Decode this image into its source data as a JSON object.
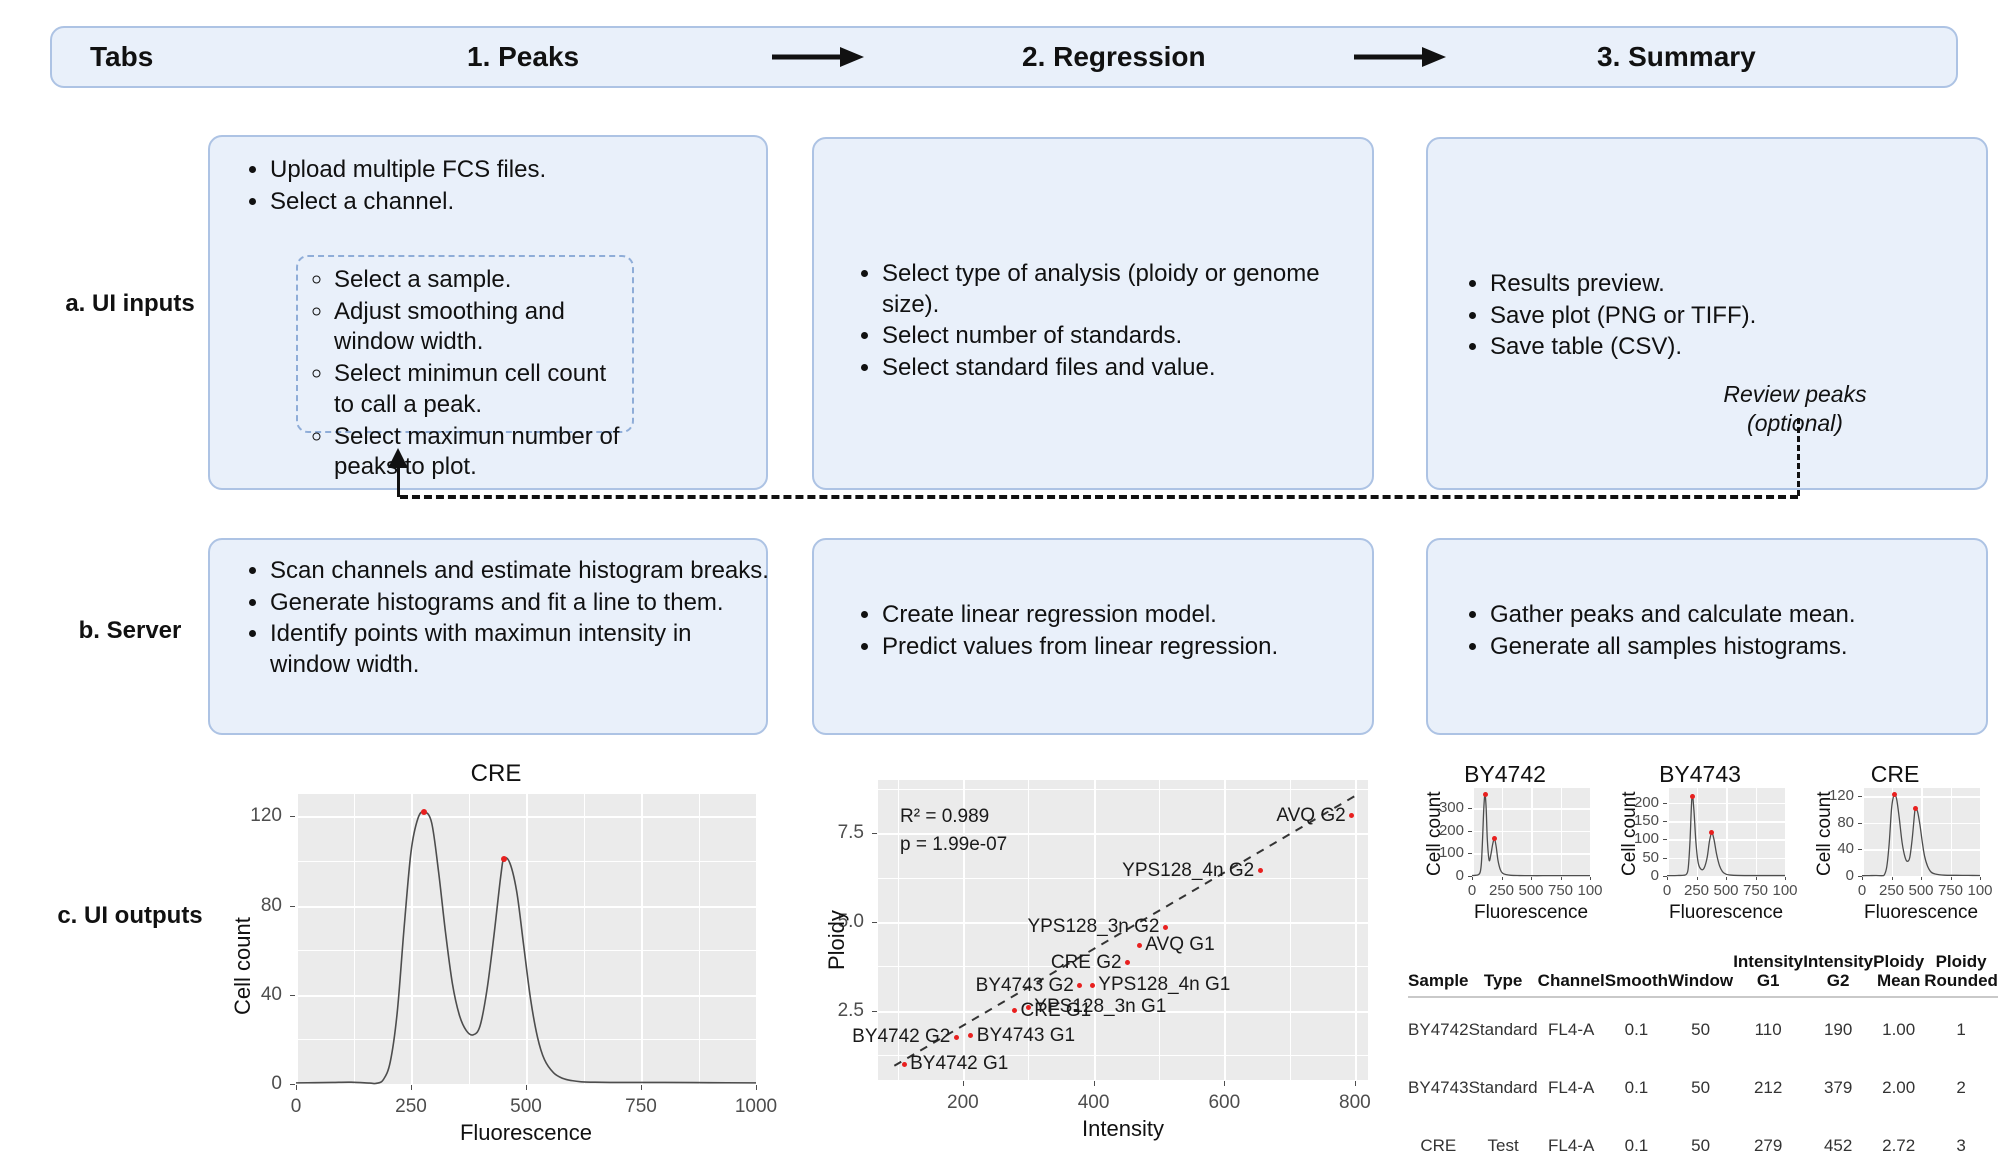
{
  "header": {
    "row_title": "Tabs",
    "tabs": [
      {
        "label": "1. Peaks"
      },
      {
        "label": "2. Regression"
      },
      {
        "label": "3. Summary"
      }
    ],
    "arrow_icon": "right-arrow"
  },
  "rows": {
    "ui_inputs_label": "a. UI inputs",
    "server_label": "b. Server",
    "ui_outputs_label": "c. UI outputs"
  },
  "ui_inputs": {
    "peaks": {
      "bullets": [
        "Upload multiple FCS files.",
        "Select a channel."
      ],
      "sub_bullets": [
        "Select a sample.",
        "Adjust smoothing and window width.",
        "Select minimun cell count to call a peak.",
        "Select maximun number of peaks to plot."
      ]
    },
    "regression": {
      "bullets": [
        "Select type of analysis (ploidy or genome size).",
        "Select number of standards.",
        "Select standard files and value."
      ]
    },
    "summary": {
      "bullets": [
        "Results preview.",
        "Save plot (PNG or TIFF).",
        "Save table (CSV)."
      ],
      "annotation": "Review peaks\n(optional)"
    }
  },
  "server": {
    "peaks": {
      "bullets": [
        "Scan channels and estimate histogram breaks.",
        "Generate histograms and fit a line to them.",
        "Identify points with maximun intensity in window width."
      ]
    },
    "regression": {
      "bullets": [
        "Create linear regression model.",
        "Predict values from linear regression."
      ]
    },
    "summary": {
      "bullets": [
        "Gather peaks and calculate mean.",
        "Generate all samples histograms."
      ]
    }
  },
  "chart_data": [
    {
      "id": "cre_histogram",
      "type": "line",
      "title": "CRE",
      "xlabel": "Fluorescence",
      "ylabel": "Cell count",
      "xlim": [
        0,
        1000
      ],
      "ylim": [
        0,
        130
      ],
      "xticks": [
        0,
        250,
        500,
        750,
        1000
      ],
      "yticks": [
        0,
        40,
        80,
        120
      ],
      "grid": true,
      "peaks": [
        {
          "x": 279,
          "y": 122
        },
        {
          "x": 452,
          "y": 101
        }
      ],
      "series": [
        {
          "name": "density",
          "x": [
            0,
            40,
            80,
            120,
            160,
            175,
            190,
            205,
            220,
            235,
            250,
            265,
            279,
            295,
            310,
            325,
            340,
            355,
            370,
            385,
            400,
            415,
            430,
            445,
            452,
            465,
            480,
            495,
            510,
            525,
            540,
            560,
            580,
            600,
            620,
            650,
            700,
            750,
            800,
            900,
            1000
          ],
          "y": [
            0.5,
            0.6,
            0.7,
            0.8,
            0.4,
            0.3,
            2,
            10,
            32,
            70,
            104,
            119,
            122,
            117,
            95,
            68,
            45,
            31,
            24,
            22,
            26,
            42,
            66,
            93,
            101,
            99,
            86,
            62,
            38,
            21,
            11,
            5,
            2.5,
            1.5,
            1.0,
            0.8,
            0.7,
            0.7,
            0.7,
            0.6,
            0.5
          ]
        }
      ]
    },
    {
      "id": "regression_scatter",
      "type": "scatter",
      "title": "",
      "xlabel": "Intensity",
      "ylabel": "Ploidy",
      "xlim": [
        70,
        820
      ],
      "ylim": [
        0.55,
        9.0
      ],
      "xticks": [
        200,
        400,
        600,
        800
      ],
      "yticks": [
        2.5,
        5.0,
        7.5
      ],
      "grid": true,
      "annotations": [
        "R² = 0.989",
        "p = 1.99e-07"
      ],
      "fit_line": {
        "style": "dashed",
        "x": [
          95,
          800
        ],
        "y": [
          0.95,
          8.55
        ]
      },
      "points": [
        {
          "label": "BY4742 G1",
          "x": 110,
          "y": 1.0,
          "label_pos": "right"
        },
        {
          "label": "BY4742 G2",
          "x": 190,
          "y": 1.75,
          "label_pos": "left"
        },
        {
          "label": "BY4743 G1",
          "x": 212,
          "y": 1.8,
          "label_pos": "right"
        },
        {
          "label": "CRE G1",
          "x": 279,
          "y": 2.5,
          "label_pos": "right"
        },
        {
          "label": "YPS128_3n G1",
          "x": 300,
          "y": 2.6,
          "label_pos": "right"
        },
        {
          "label": "BY4743 G2",
          "x": 379,
          "y": 3.2,
          "label_pos": "left"
        },
        {
          "label": "YPS128_4n G1",
          "x": 398,
          "y": 3.22,
          "label_pos": "right"
        },
        {
          "label": "CRE G2",
          "x": 452,
          "y": 3.85,
          "label_pos": "left"
        },
        {
          "label": "AVQ G1",
          "x": 470,
          "y": 4.35,
          "label_pos": "right"
        },
        {
          "label": "YPS128_3n G2",
          "x": 510,
          "y": 4.85,
          "label_pos": "left"
        },
        {
          "label": "YPS128_4n G2",
          "x": 655,
          "y": 6.45,
          "label_pos": "left"
        },
        {
          "label": "AVQ G2",
          "x": 795,
          "y": 8.0,
          "label_pos": "left"
        }
      ]
    },
    {
      "id": "mini_BY4742",
      "type": "line",
      "title": "BY4742",
      "xlabel": "Fluorescence",
      "ylabel": "Cell count",
      "xticks": [
        "0",
        "250",
        "500",
        "750",
        "100"
      ],
      "yticks": [
        "0",
        "100",
        "200",
        "300"
      ],
      "ylim": [
        0,
        390
      ],
      "xlim": [
        0,
        1000
      ],
      "grid": true,
      "peaks": [
        {
          "x": 110,
          "y": 362
        },
        {
          "x": 190,
          "y": 165
        }
      ],
      "series": [
        {
          "name": "density",
          "x": [
            0,
            30,
            55,
            70,
            80,
            90,
            100,
            110,
            120,
            130,
            145,
            160,
            175,
            190,
            205,
            220,
            240,
            260,
            290,
            330,
            400,
            500,
            600,
            700,
            800,
            900,
            1000
          ],
          "y": [
            2,
            3,
            6,
            18,
            60,
            170,
            300,
            362,
            300,
            160,
            70,
            95,
            140,
            165,
            130,
            70,
            28,
            12,
            6,
            3,
            2,
            1.5,
            1.5,
            1.5,
            1.5,
            1.5,
            1.5
          ]
        }
      ]
    },
    {
      "id": "mini_BY4743",
      "type": "line",
      "title": "BY4743",
      "xlabel": "Fluorescence",
      "ylabel": "Cell count",
      "xticks": [
        "0",
        "250",
        "500",
        "750",
        "100"
      ],
      "yticks": [
        "0",
        "50",
        "100",
        "150",
        "200"
      ],
      "ylim": [
        0,
        240
      ],
      "xlim": [
        0,
        1000
      ],
      "grid": true,
      "peaks": [
        {
          "x": 212,
          "y": 218
        },
        {
          "x": 379,
          "y": 118
        }
      ],
      "series": [
        {
          "name": "density",
          "x": [
            0,
            50,
            100,
            140,
            165,
            180,
            195,
            212,
            228,
            245,
            265,
            290,
            315,
            340,
            360,
            379,
            398,
            420,
            445,
            470,
            500,
            540,
            600,
            700,
            800,
            900,
            1000
          ],
          "y": [
            1,
            1,
            1.5,
            2,
            5,
            22,
            95,
            218,
            180,
            92,
            35,
            18,
            22,
            50,
            95,
            118,
            100,
            60,
            28,
            12,
            5,
            2.5,
            1.5,
            1.2,
            1.2,
            1.2,
            1.2
          ]
        }
      ]
    },
    {
      "id": "mini_CRE",
      "type": "line",
      "title": "CRE",
      "xlabel": "Fluorescence",
      "ylabel": "Cell count",
      "xticks": [
        "0",
        "250",
        "500",
        "750",
        "100"
      ],
      "yticks": [
        "0",
        "40",
        "80",
        "120"
      ],
      "ylim": [
        0,
        132
      ],
      "xlim": [
        0,
        1000
      ],
      "grid": true,
      "peaks": [
        {
          "x": 279,
          "y": 122
        },
        {
          "x": 452,
          "y": 101
        }
      ],
      "series": [
        {
          "name": "density",
          "x": [
            0,
            60,
            120,
            170,
            190,
            210,
            230,
            250,
            265,
            279,
            295,
            315,
            340,
            365,
            385,
            405,
            425,
            445,
            452,
            470,
            490,
            510,
            530,
            555,
            585,
            620,
            700,
            800,
            900,
            1000
          ],
          "y": [
            0.5,
            0.6,
            0.7,
            0.5,
            2,
            14,
            48,
            100,
            118,
            122,
            114,
            88,
            50,
            28,
            22,
            28,
            55,
            93,
            101,
            97,
            78,
            52,
            30,
            15,
            6,
            3,
            1.2,
            1.0,
            0.9,
            0.8
          ]
        }
      ]
    }
  ],
  "summary_table": {
    "columns": [
      "Sample",
      "Type",
      "Channel",
      "Smooth",
      "Window",
      "Intensity G1",
      "Intensity G2",
      "Ploidy Mean",
      "Ploidy Rounded"
    ],
    "rows": [
      [
        "BY4742",
        "Standard",
        "FL4-A",
        "0.1",
        "50",
        "110",
        "190",
        "1.00",
        "1"
      ],
      [
        "BY4743",
        "Standard",
        "FL4-A",
        "0.1",
        "50",
        "212",
        "379",
        "2.00",
        "2"
      ],
      [
        "CRE",
        "Test",
        "FL4-A",
        "0.1",
        "50",
        "279",
        "452",
        "2.72",
        "3"
      ]
    ]
  },
  "colors": {
    "panel_fill": "#e9f0fa",
    "panel_border": "#adc3e4",
    "dash_border": "#8fadd8",
    "plot_panel": "#ebebeb",
    "peak_marker": "#e8201f",
    "line": "#4d4d4d"
  }
}
